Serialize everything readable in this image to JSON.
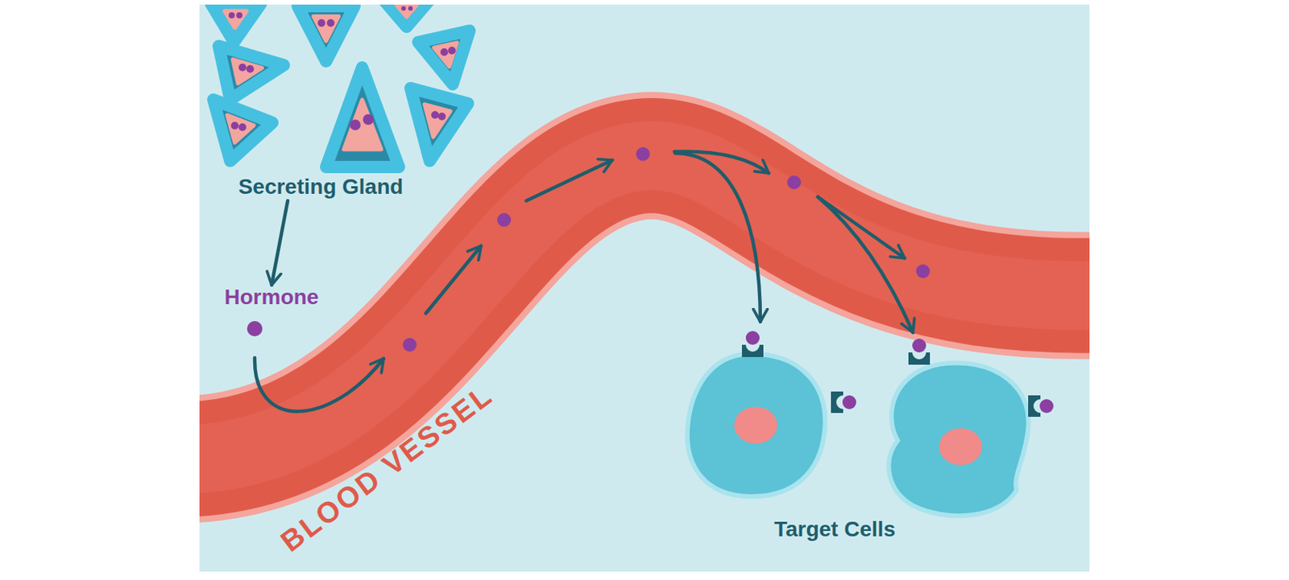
{
  "diagram": {
    "nodes": [
      {
        "text": [
          "Secreting Gland"
        ]
      },
      {
        "text": [
          "Hormone"
        ]
      },
      {
        "text": [
          "BLOOD VESSEL"
        ]
      },
      {
        "text": [
          "Target Cells"
        ]
      }
    ],
    "edges": [
      {
        "from": 0,
        "to": 1,
        "arrow": "to"
      },
      {
        "from": 1,
        "to": 2,
        "arrow": "to"
      },
      {
        "from": 2,
        "to": 3,
        "arrow": "to"
      }
    ]
  }
}
